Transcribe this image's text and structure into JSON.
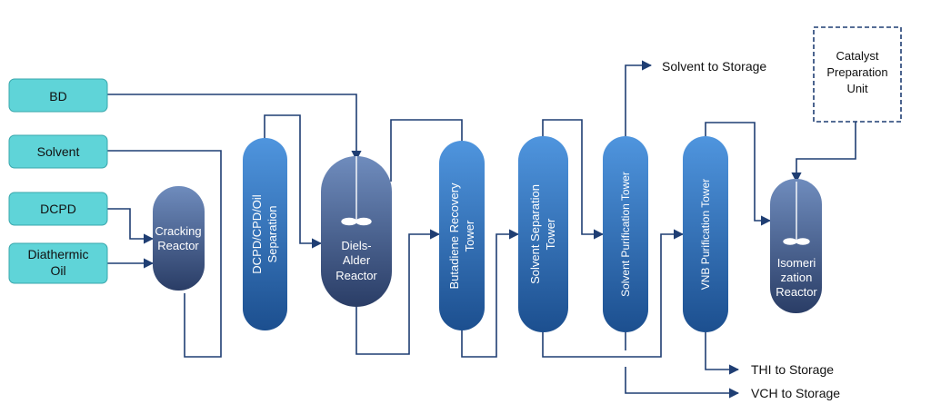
{
  "colors": {
    "feed_fill": "#5fd4d8",
    "feed_stroke": "#3aa7ac",
    "vessel_light": "#4f95de",
    "vessel_dark": "#1c4f8f",
    "reactor_light": "#6f8cbd",
    "reactor_dark": "#2a3d66",
    "line": "#1f3e73",
    "dashed_box": "#1f3e73"
  },
  "feeds": {
    "bd": "BD",
    "solvent": "Solvent",
    "dcpd": "DCPD",
    "diathermic_oil_1": "Diathermic",
    "diathermic_oil_2": "Oil"
  },
  "units": {
    "cracking_reactor_1": "Cracking",
    "cracking_reactor_2": "Reactor",
    "dcpd_separation_1": "DCPD/CPD/Oil",
    "dcpd_separation_2": "Separation",
    "diels_alder_1": "Diels-",
    "diels_alder_2": "Alder",
    "diels_alder_3": "Reactor",
    "butadiene_recovery_1": "Butadiene Recovery",
    "butadiene_recovery_2": "Tower",
    "solvent_separation_1": "Solvent Separation",
    "solvent_separation_2": "Tower",
    "solvent_purification": "Solvent Purification Tower",
    "vnb_purification": "VNB Purification Tower",
    "isomerization_1": "Isomeri",
    "isomerization_2": "zation",
    "isomerization_3": "Reactor",
    "catalyst_1": "Catalyst",
    "catalyst_2": "Preparation",
    "catalyst_3": "Unit"
  },
  "outputs": {
    "solvent_to_storage": "Solvent to Storage",
    "thi_to_storage": "THI to Storage",
    "vch_to_storage": "VCH to Storage"
  }
}
